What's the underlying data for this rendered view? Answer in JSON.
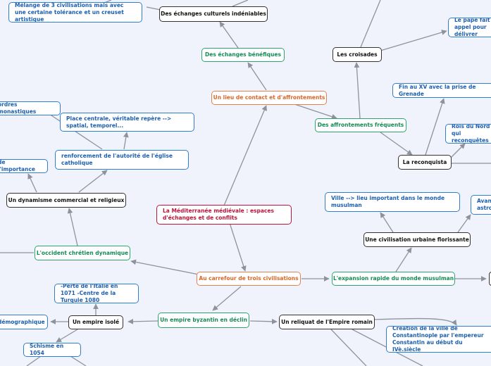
{
  "colors": {
    "background": "#f1f3fc",
    "edge": "#8e939b",
    "central": "#b8173a",
    "orange": "#e0834f",
    "green": "#2aa66e",
    "black": "#333333",
    "blue": "#2f7fd1"
  },
  "nodes": {
    "central_topic": "La Méditerranée médiévale : espaces d'échanges et de conflits",
    "lieu_contact": "Un lieu de contact et d'affrontements",
    "carrefour": "Au carrefour de trois civilisations",
    "echanges_benefiques": "Des échanges bénéfiques",
    "echanges_culturels": "Des échanges culturels indéniables",
    "melange": "Mélange de 3 civilisations mais avec une certaine tolérance et un creuset artistique",
    "affrontements": "Des affrontements fréquents",
    "croisades": "Les croisades",
    "pape": "Le pape fait appel pour délivrer",
    "reconquista": "La reconquista",
    "fin_xv": "Fin au XV avec la prise de Grenade",
    "rois_nord": "Rois du Nord qui reconquêtes",
    "occident": "L'occident chrétien dynamique",
    "dynamisme": "Un dynamisme commercial et religieux",
    "renforcement": "renforcement de l'autorité de l'église catholique",
    "place_centrale": "Place centrale, véritable repère --> spatial, temporel...",
    "ordres": "ordres monastiques",
    "importance": "de l'importance",
    "expansion": "L'expansion rapide du monde musulman",
    "civilisation_urbaine": "Une civilisation urbaine florissante",
    "ville": "Ville --> lieu important dans le monde musulman",
    "avancees": "Avancées astronomie",
    "byzantin": "Un empire byzantin en déclin",
    "isole": "Un empire isolé",
    "perte": "-Perte de l'Italie en 1071 -Centre de la Turquie 1080",
    "demographique": "démographique",
    "schisme": "Schisme en 1054",
    "reliquat": "Un reliquat de l'Empire romain",
    "constantinople": "Création de la ville de Constantinople par l'empereur Constantin au début du IVè.siècle"
  }
}
